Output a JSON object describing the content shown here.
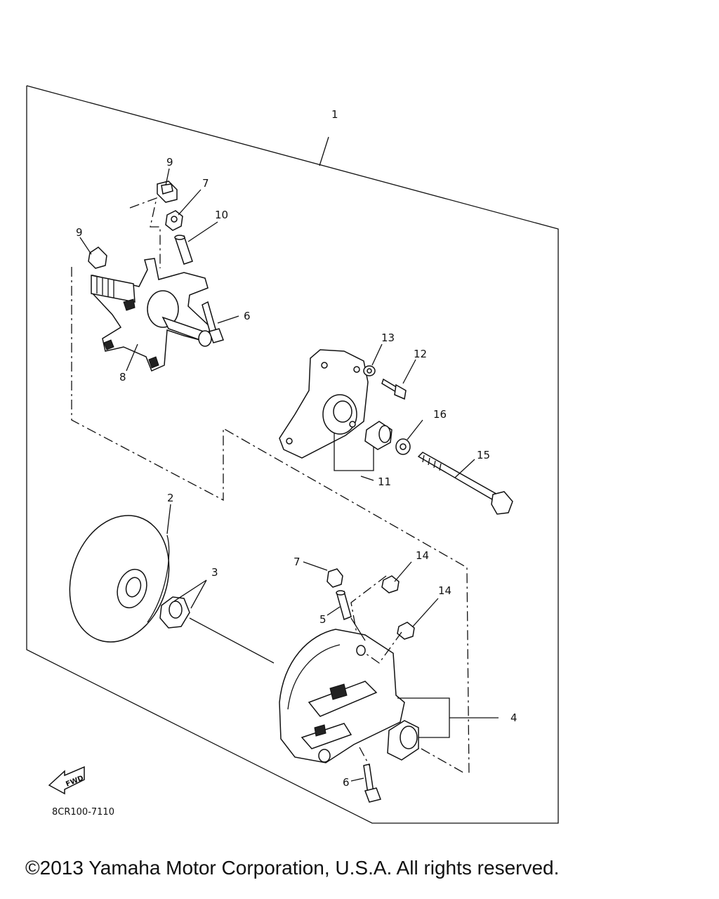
{
  "callouts": {
    "c1": "1",
    "c2": "2",
    "c3": "3",
    "c4": "4",
    "c5": "5",
    "c6a": "6",
    "c6b": "6",
    "c7a": "7",
    "c7b": "7",
    "c8": "8",
    "c9a": "9",
    "c9b": "9",
    "c10": "10",
    "c11": "11",
    "c12": "12",
    "c13": "13",
    "c14a": "14",
    "c14b": "14",
    "c15": "15",
    "c16": "16"
  },
  "fwd_label": "FWD",
  "drawing_code": "8CR100-7110",
  "copyright": "©2013 Yamaha Motor Corporation, U.S.A. All rights reserved."
}
